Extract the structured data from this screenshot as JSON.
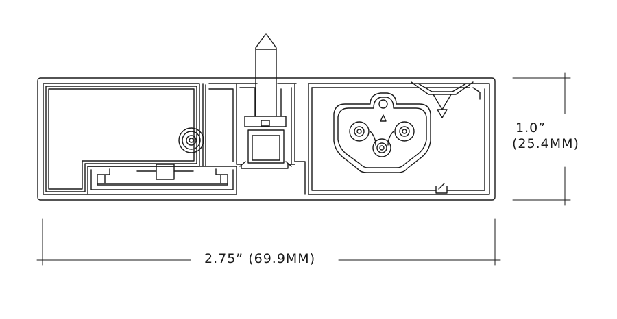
{
  "dimensions": {
    "height_inches": "1.0”",
    "height_mm": "(25.4MM)",
    "width": "2.75” (69.9MM)"
  },
  "colors": {
    "line": "#1a1a1a",
    "background": "#ffffff"
  }
}
